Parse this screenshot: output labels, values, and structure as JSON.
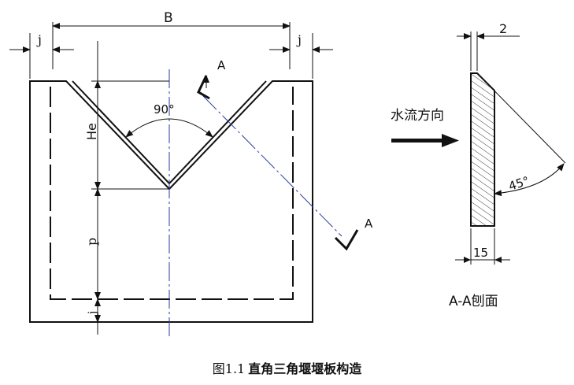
{
  "front_view": {
    "dims": {
      "width": "B",
      "side_gap_left": "j",
      "side_gap_right": "j",
      "head": "He",
      "crest_height": "p",
      "bottom_gap": "j"
    },
    "notch_angle": "90°",
    "section_mark_top": "A",
    "section_mark_bottom": "A"
  },
  "flow_label": "水流方向",
  "section_view": {
    "thickness_top": "2",
    "thickness_bottom": "15",
    "bevel_angle": "45°",
    "title": "A-A刨面"
  },
  "caption": {
    "number": "图1.1",
    "title": "直角三角堰堰板构造"
  }
}
